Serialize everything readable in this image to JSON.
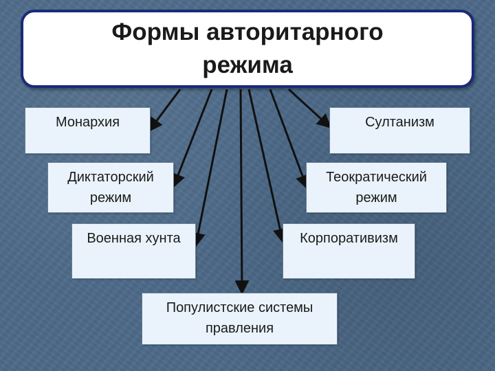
{
  "title": {
    "text": "Формы авторитарного режима"
  },
  "nodes": {
    "monarchy": "Монархия",
    "sultanism": "Султанизм",
    "dictator": "Диктаторский режим",
    "theocratic": "Теократический режим",
    "junta": "Военная хунта",
    "corporatism": "Корпоративизм",
    "populist": "Популистские системы правления"
  },
  "colors": {
    "background": "#4d6a89",
    "title_border": "#1b2a78",
    "box_fill": "#eaf3fb",
    "arrow": "#111111"
  }
}
